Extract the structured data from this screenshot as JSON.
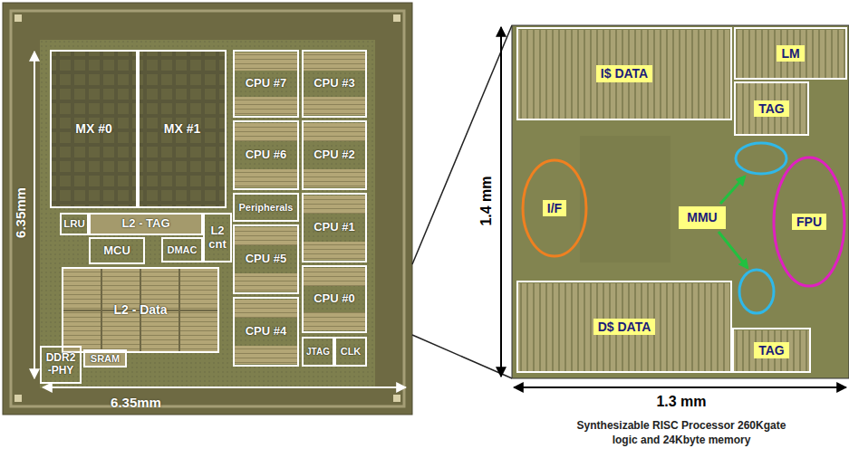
{
  "diagram": {
    "caption": "Synthesizable RISC Processor 260Kgate logic and 24Kbyte memory",
    "nodes": [
      {
        "text": [
          "MX #0"
        ]
      },
      {
        "text": [
          "MX #1"
        ]
      },
      {
        "text": [
          "CPU #7"
        ]
      },
      {
        "text": [
          "CPU #3"
        ]
      },
      {
        "text": [
          "CPU #6"
        ]
      },
      {
        "text": [
          "CPU #2"
        ]
      },
      {
        "text": [
          "Peripherals"
        ]
      },
      {
        "text": [
          "CPU #1"
        ]
      },
      {
        "text": [
          "LRU"
        ]
      },
      {
        "text": [
          "L2 - TAG"
        ]
      },
      {
        "text": [
          "L2 cnt"
        ]
      },
      {
        "text": [
          "MCU"
        ]
      },
      {
        "text": [
          "DMAC"
        ]
      },
      {
        "text": [
          "CPU #5"
        ]
      },
      {
        "text": [
          "CPU #0"
        ]
      },
      {
        "text": [
          "L2 - Data"
        ]
      },
      {
        "text": [
          "CPU #4"
        ]
      },
      {
        "text": [
          "JTAG"
        ]
      },
      {
        "text": [
          "CLK"
        ]
      },
      {
        "text": [
          "DDR2 -PHY"
        ]
      },
      {
        "text": [
          "SRAM"
        ]
      },
      {
        "text": [
          "I$ DATA"
        ]
      },
      {
        "text": [
          "LM"
        ]
      },
      {
        "text": [
          "TAG"
        ]
      },
      {
        "text": [
          "I/F"
        ]
      },
      {
        "text": [
          "MMU"
        ]
      },
      {
        "text": [
          "FPU"
        ]
      },
      {
        "text": [
          "D$ DATA"
        ]
      },
      {
        "text": [
          "TAG"
        ]
      }
    ],
    "edges": [],
    "labels": [
      "6.35mm",
      "6.35mm",
      "1.4 mm",
      "1.3 mm"
    ]
  }
}
